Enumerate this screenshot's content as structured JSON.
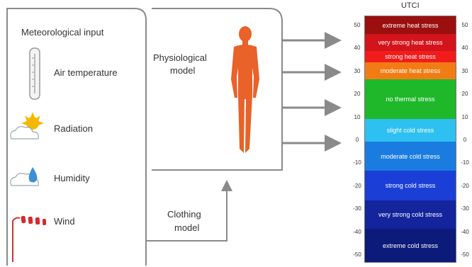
{
  "meteorological_title": "Meteorological input",
  "inputs": {
    "air_temperature": "Air temperature",
    "radiation": "Radiation",
    "humidity": "Humidity",
    "wind": "Wind"
  },
  "physiological_model": {
    "line1": "Physiological",
    "line2": "model"
  },
  "clothing_model": {
    "line1": "Clothing",
    "line2": "model"
  },
  "utci": {
    "title": "UTCI",
    "bands": [
      {
        "label": "extreme heat stress",
        "color": "#9b0f0f"
      },
      {
        "label": "very strong heat stress",
        "color": "#d3141b"
      },
      {
        "label": "strong heat stress",
        "color": "#f21c1c"
      },
      {
        "label": "moderate heat stress",
        "color": "#f27c14"
      },
      {
        "label": "no thermal stress",
        "color": "#1fb82a"
      },
      {
        "label": "slight cold stress",
        "color": "#2ec0f0"
      },
      {
        "label": "moderate cold stress",
        "color": "#1a7ce0"
      },
      {
        "label": "strong cold stress",
        "color": "#1b3fd6"
      },
      {
        "label": "very strong cold stress",
        "color": "#14249c"
      },
      {
        "label": "extreme cold stress",
        "color": "#0c1a7a"
      }
    ],
    "ticks": [
      "50",
      "40",
      "30",
      "20",
      "10",
      "0",
      "-10",
      "-20",
      "-30",
      "-40",
      "-50"
    ]
  }
}
